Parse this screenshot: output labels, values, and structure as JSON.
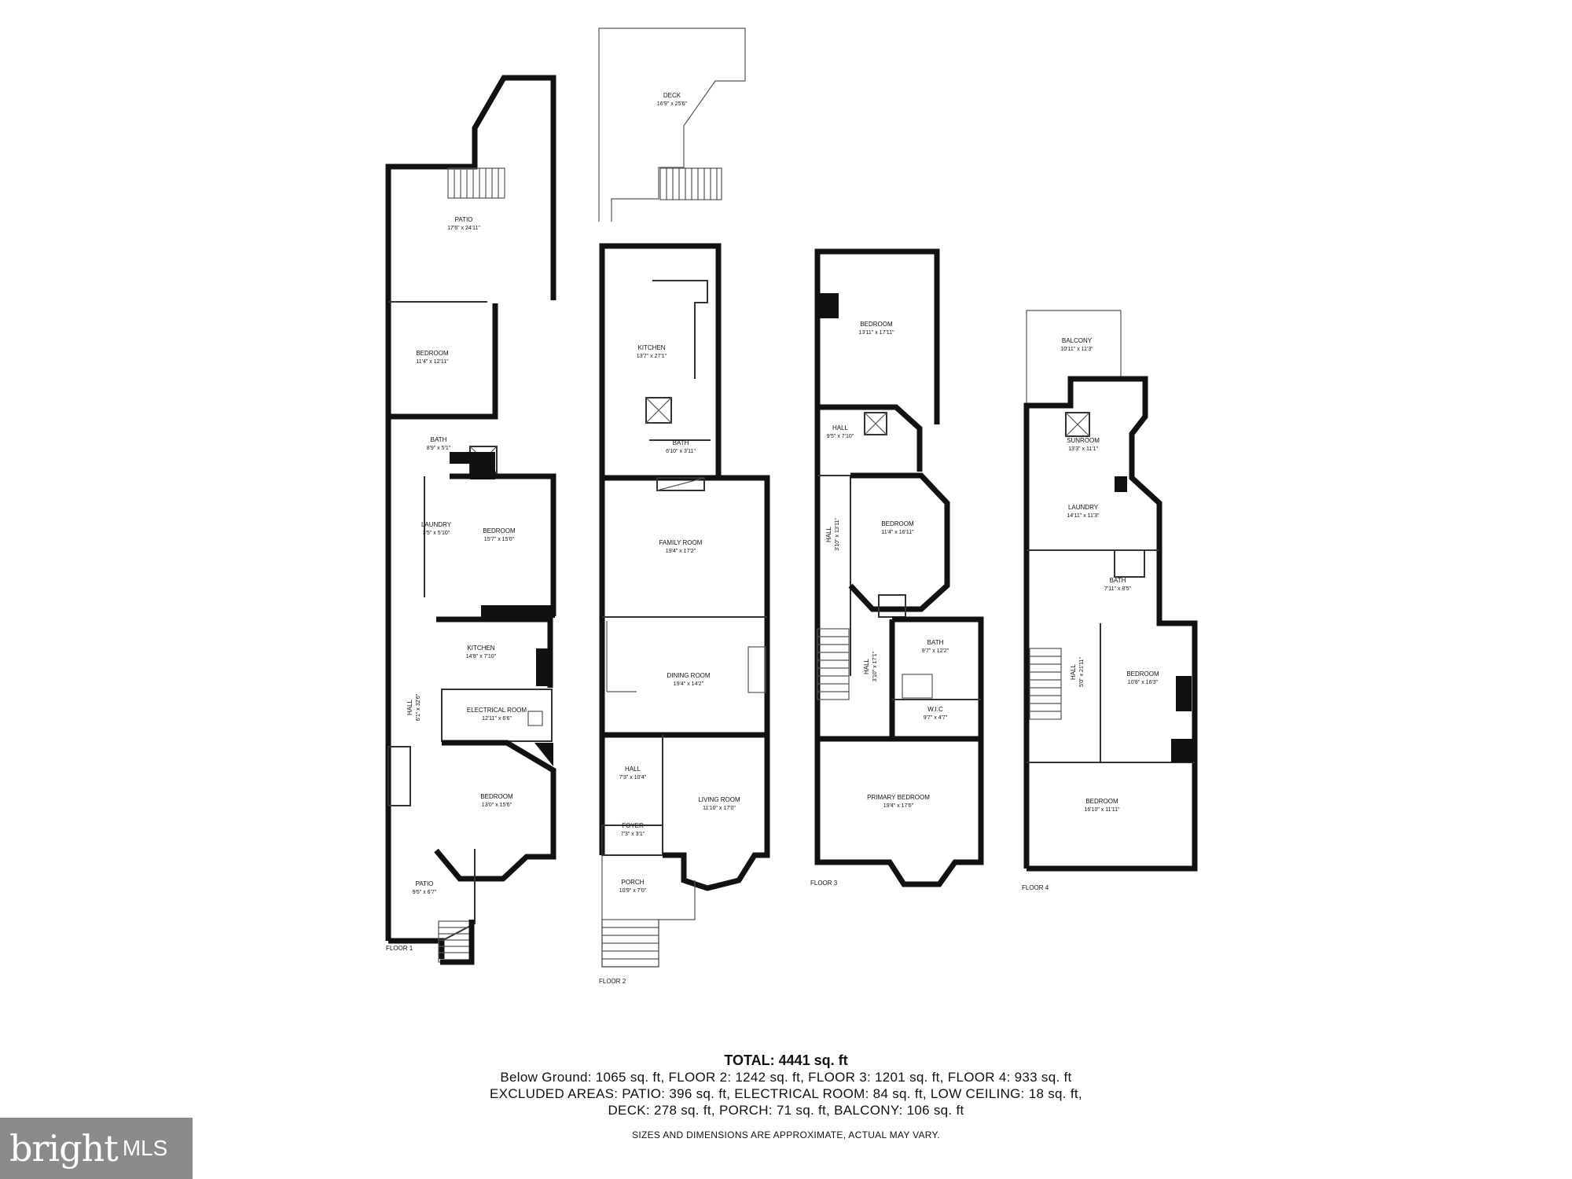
{
  "floors": [
    {
      "label": "FLOOR 1",
      "rooms": [
        {
          "name": "PATIO",
          "dim": "17'6\" x 24'11\""
        },
        {
          "name": "BEDROOM",
          "dim": "11'4\" x 12'11\""
        },
        {
          "name": "BATH",
          "dim": "8'9\" x 5'1\""
        },
        {
          "name": "LAUNDRY",
          "dim": "3'5\" x 5'10\""
        },
        {
          "name": "BEDROOM",
          "dim": "15'7\" x 15'0\""
        },
        {
          "name": "KITCHEN",
          "dim": "14'8\" x 7'10\""
        },
        {
          "name": "ELECTRICAL ROOM",
          "dim": "12'11\" x 6'6\""
        },
        {
          "name": "HALL",
          "dim": "6'1\" x 32'6\""
        },
        {
          "name": "BEDROOM",
          "dim": "13'0\" x 15'6\""
        },
        {
          "name": "PATIO",
          "dim": "9'5\" x 6'7\""
        }
      ]
    },
    {
      "label": "FLOOR 2",
      "rooms": [
        {
          "name": "DECK",
          "dim": "16'9\" x 25'6\""
        },
        {
          "name": "KITCHEN",
          "dim": "13'7\" x 27'1\""
        },
        {
          "name": "BATH",
          "dim": "6'10\" x 3'11\""
        },
        {
          "name": "FAMILY ROOM",
          "dim": "19'4\" x 17'2\""
        },
        {
          "name": "DINING ROOM",
          "dim": "19'4\" x 14'2\""
        },
        {
          "name": "HALL",
          "dim": "7'3\" x 10'4\""
        },
        {
          "name": "LIVING ROOM",
          "dim": "11'10\" x 17'0\""
        },
        {
          "name": "FOYER",
          "dim": "7'3\" x 3'1\""
        },
        {
          "name": "PORCH",
          "dim": "10'9\" x 7'0\""
        }
      ]
    },
    {
      "label": "FLOOR 3",
      "rooms": [
        {
          "name": "BEDROOM",
          "dim": "13'11\" x 17'11\""
        },
        {
          "name": "HALL",
          "dim": "9'5\" x 7'10\""
        },
        {
          "name": "HALL",
          "dim": "3'10\" x 13'11\""
        },
        {
          "name": "BEDROOM",
          "dim": "11'4\" x 16'11\""
        },
        {
          "name": "HALL",
          "dim": "3'10\" x 17'1\""
        },
        {
          "name": "BATH",
          "dim": "9'7\" x 12'2\""
        },
        {
          "name": "W.I.C",
          "dim": "9'7\" x 4'7\""
        },
        {
          "name": "PRIMARY BEDROOM",
          "dim": "19'4\" x 17'6\""
        }
      ]
    },
    {
      "label": "FLOOR 4",
      "rooms": [
        {
          "name": "BALCONY",
          "dim": "10'11\" x 11'3\""
        },
        {
          "name": "SUNROOM",
          "dim": "13'3\" x 11'1\""
        },
        {
          "name": "LAUNDRY",
          "dim": "14'11\" x 11'3\""
        },
        {
          "name": "BATH",
          "dim": "7'11\" x 8'5\""
        },
        {
          "name": "HALL",
          "dim": "5'0\" x 21'11\""
        },
        {
          "name": "BEDROOM",
          "dim": "10'8\" x 16'3\""
        },
        {
          "name": "BEDROOM",
          "dim": "16'10\" x 11'11\""
        }
      ]
    }
  ],
  "summary": {
    "total": "TOTAL: 4441 sq. ft",
    "line1": "Below Ground: 1065 sq. ft, FLOOR 2: 1242 sq. ft, FLOOR 3: 1201 sq. ft, FLOOR 4: 933 sq. ft",
    "line2": "EXCLUDED AREAS: PATIO: 396 sq. ft, ELECTRICAL ROOM: 84 sq. ft, LOW CEILING: 18 sq. ft,",
    "line3": "DECK: 278 sq. ft, PORCH: 71 sq. ft, BALCONY: 106 sq. ft",
    "note": "SIZES AND DIMENSIONS ARE APPROXIMATE, ACTUAL MAY VARY."
  },
  "logo": {
    "brand": "bright",
    "suffix": "MLS"
  }
}
